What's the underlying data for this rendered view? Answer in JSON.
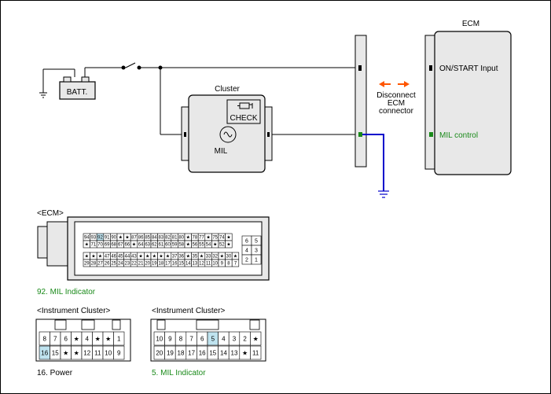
{
  "labels": {
    "batt": "BATT.",
    "cluster": "Cluster",
    "check": "CHECK",
    "mil": "MIL",
    "ecm": "ECM",
    "on_start": "ON/START Input",
    "mil_control": "MIL control",
    "disconnect_1": "Disconnect",
    "disconnect_2": "ECM",
    "disconnect_3": "connector",
    "ecm_conn_title": "<ECM>",
    "ecm_caption": "92. MIL Indicator",
    "ic1_title": "<Instrument Cluster>",
    "ic1_caption": "16. Power",
    "ic2_title": "<Instrument Cluster>",
    "ic2_caption": "5. MIL Indicator"
  },
  "ecm_pins": {
    "row1": [
      "94",
      "93",
      "92",
      "91",
      "90",
      "★",
      "★",
      "87",
      "86",
      "85",
      "84",
      "83",
      "82",
      "81",
      "80",
      "★",
      "78",
      "77",
      "★",
      "75",
      "74",
      "★"
    ],
    "row2": [
      "★",
      "71",
      "70",
      "69",
      "68",
      "67",
      "66",
      "★",
      "64",
      "63",
      "62",
      "61",
      "60",
      "59",
      "58",
      "★",
      "56",
      "55",
      "54",
      "★",
      "52",
      "★"
    ],
    "row3": [
      "★",
      "★",
      "★",
      "47",
      "46",
      "45",
      "44",
      "43",
      "★",
      "★",
      "★",
      "★",
      "★",
      "37",
      "36",
      "★",
      "35",
      "★",
      "33",
      "32",
      "★",
      "30",
      "★"
    ],
    "row4": [
      "29",
      "28",
      "27",
      "26",
      "25",
      "24",
      "23",
      "22",
      "21",
      "20",
      "19",
      "18",
      "17",
      "16",
      "15",
      "14",
      "13",
      "12",
      "11",
      "10",
      "9",
      "8",
      "7"
    ],
    "side": [
      "6",
      "5",
      "4",
      "3",
      "2",
      "1"
    ]
  },
  "ic1_pins": {
    "top": [
      "8",
      "7",
      "6",
      "★",
      "4",
      "★",
      "★",
      "1"
    ],
    "bottom": [
      "16",
      "15",
      "★",
      "★",
      "12",
      "11",
      "10",
      "9"
    ]
  },
  "ic2_pins": {
    "top": [
      "10",
      "9",
      "8",
      "7",
      "6",
      "5",
      "4",
      "3",
      "2",
      "★"
    ],
    "bottom": [
      "20",
      "19",
      "18",
      "17",
      "16",
      "15",
      "14",
      "13",
      "★",
      "11"
    ]
  },
  "colors": {
    "wire": "#000000",
    "ground_wire": "#0000cc",
    "green_text": "#1a8a1a",
    "arrow": "#ff5500",
    "highlight": "#bfe3ef",
    "box_fill": "#e8e8e8"
  }
}
